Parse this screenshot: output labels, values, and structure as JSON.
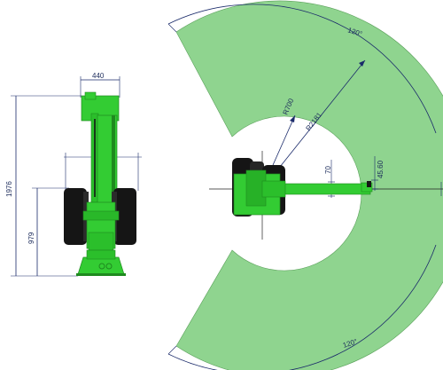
{
  "colors": {
    "workspace_fill": "#8fd48f",
    "robot_green": "#33cc33",
    "robot_dark_green": "#1f8a1f",
    "tyre_black": "#151515",
    "dimension_line": "#1a2a6a"
  },
  "side_view": {
    "width_label": "440",
    "total_height_label": "1976",
    "base_height_label": "979"
  },
  "top_view": {
    "sweep_angle_upper": "120°",
    "sweep_angle_lower": "120°",
    "inner_radius_label": "R700",
    "outer_radius_label": "R2181",
    "arm_width_label": "70",
    "wrist_offset_label": "45.60"
  }
}
